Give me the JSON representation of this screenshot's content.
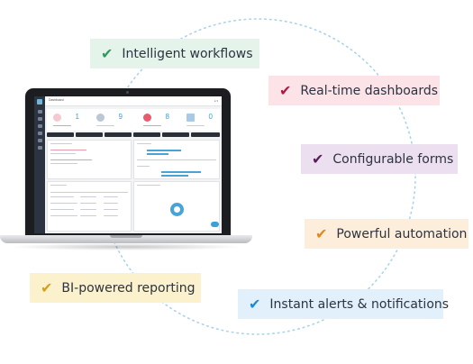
{
  "features": [
    {
      "label": "Intelligent workflows",
      "check": "✔",
      "color": "#2e9a5e"
    },
    {
      "label": "Real-time dashboards",
      "check": "✔",
      "color": "#b01842"
    },
    {
      "label": "Configurable forms",
      "check": "✔",
      "color": "#5a1f55"
    },
    {
      "label": "Powerful automation",
      "check": "✔",
      "color": "#e08a1e"
    },
    {
      "label": "BI-powered reporting",
      "check": "✔",
      "color": "#d3a21d"
    },
    {
      "label": "Instant alerts & notifications",
      "check": "✔",
      "color": "#1c8bd0"
    }
  ],
  "laptop": {
    "app_title": "Dashboard",
    "stats": [
      {
        "value": "1",
        "icon": "chart-icon"
      },
      {
        "value": "9",
        "icon": "users-icon"
      },
      {
        "value": "8",
        "icon": "alert-icon"
      },
      {
        "value": "0",
        "icon": "calendar-icon"
      }
    ]
  }
}
